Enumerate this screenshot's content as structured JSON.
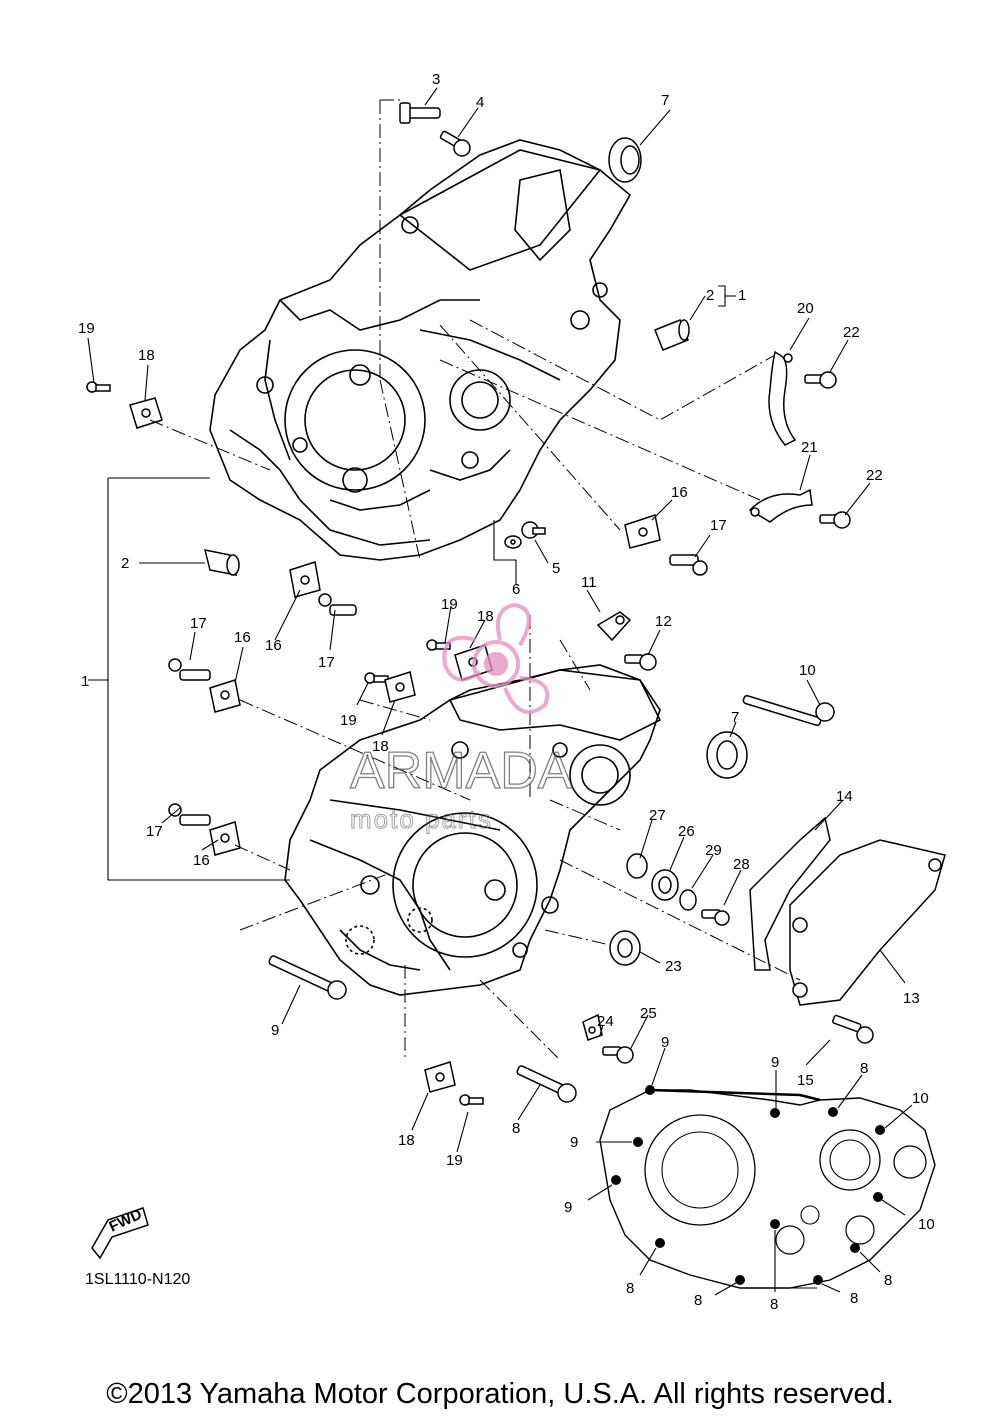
{
  "diagram": {
    "part_code": "1SL1110-N120",
    "copyright": "©2013 Yamaha Motor Corporation, U.S.A. All rights reserved.",
    "fwd_label": "FWD",
    "watermark": {
      "brand": "ARMADA",
      "tagline": "moto parts"
    },
    "callouts": {
      "c1": "1",
      "c2": "2",
      "c3": "3",
      "c4": "4",
      "c5": "5",
      "c6": "6",
      "c7": "7",
      "c8": "8",
      "c9": "9",
      "c10": "10",
      "c11": "11",
      "c12": "12",
      "c13": "13",
      "c14": "14",
      "c15": "15",
      "c16": "16",
      "c17": "17",
      "c18": "18",
      "c19": "19",
      "c20": "20",
      "c21": "21",
      "c22": "22",
      "c23": "23",
      "c24": "24",
      "c25": "25",
      "c26": "26",
      "c27": "27",
      "c28": "28",
      "c29": "29",
      "bracket_2": "2",
      "bracket_1": "1"
    },
    "colors": {
      "line": "#000000",
      "watermark": "#e38dbd",
      "marker": "#000000"
    }
  }
}
